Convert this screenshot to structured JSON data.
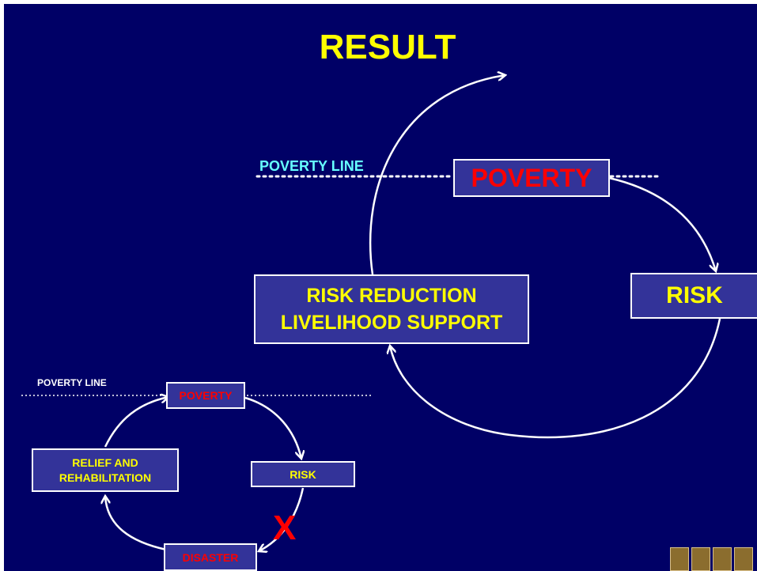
{
  "title": "RESULT",
  "colors": {
    "background": "#000066",
    "box_fill": "#333399",
    "title": "#ffff00",
    "yellow_text": "#ffff00",
    "red_text": "#ff0000",
    "cyan_text": "#66ffff",
    "arrow": "#ffffff"
  },
  "main_cycle": {
    "poverty_line_label": "POVERTY LINE",
    "poverty": "POVERTY",
    "risk": "RISK",
    "risk_reduction_line1": "RISK REDUCTION",
    "risk_reduction_line2": "LIVELIHOOD SUPPORT"
  },
  "small_cycle": {
    "poverty_line_label": "POVERTY LINE",
    "poverty": "POVERTY",
    "risk": "RISK",
    "disaster": "DISASTER",
    "relief_line1": "RELIEF AND",
    "relief_line2": "REHABILITATION",
    "blocked_mark": "X"
  },
  "logo": {
    "description_icon": "adpc-logo-icon"
  }
}
